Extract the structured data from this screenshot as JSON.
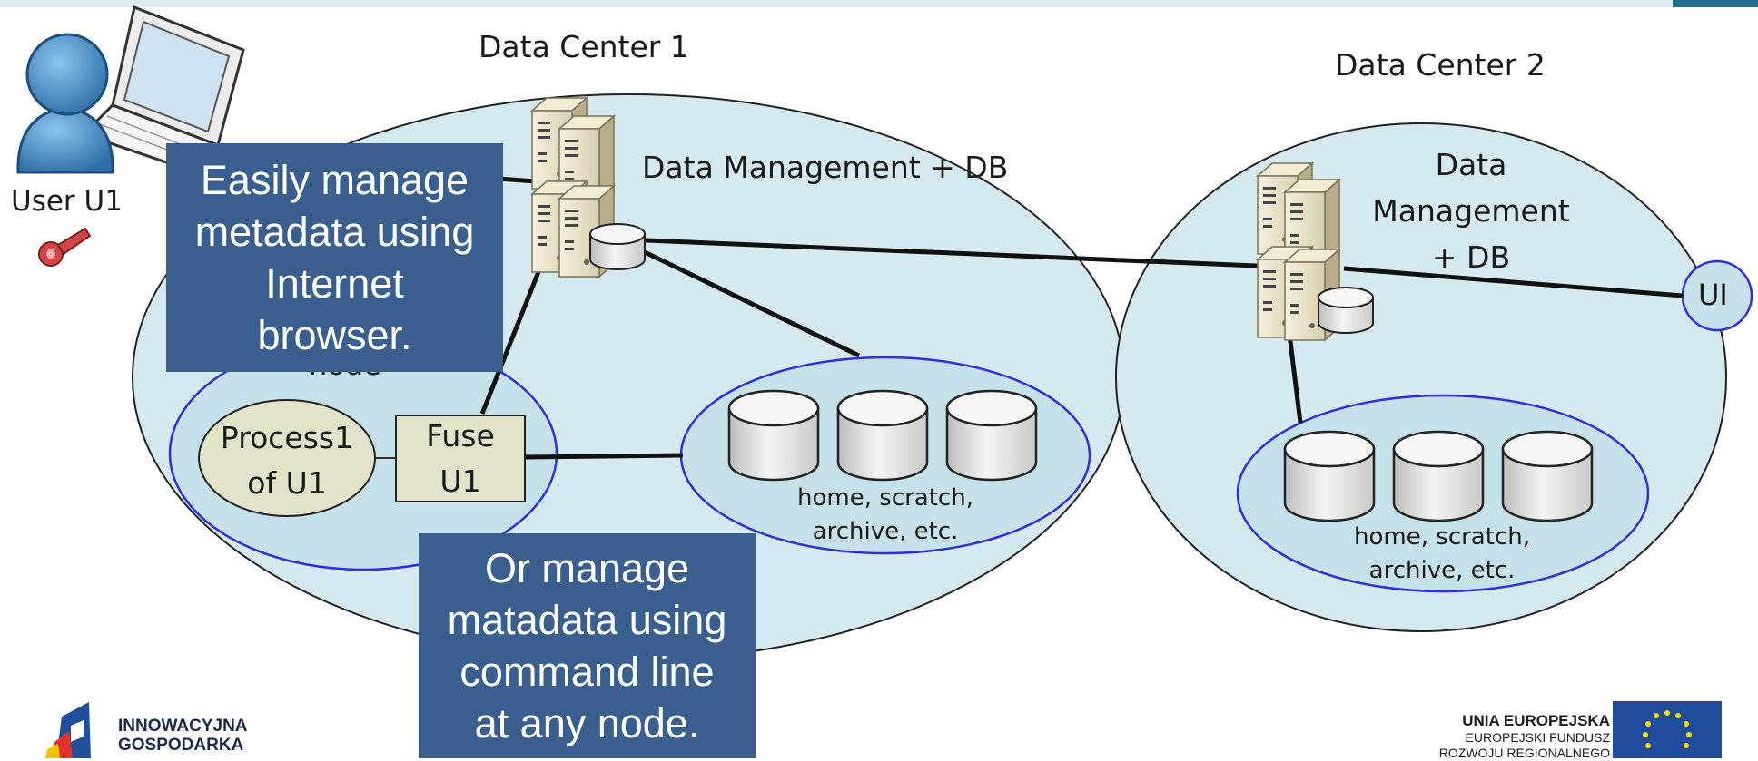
{
  "datacenter1": {
    "title": "Data Center 1",
    "dm_label": "Data Management + DB",
    "node_label": "node",
    "process_label": [
      "Process1",
      "of U1"
    ],
    "fuse_label": [
      "Fuse",
      "U1"
    ],
    "storage_label": [
      "home, scratch,",
      "archive, etc."
    ]
  },
  "datacenter2": {
    "title": "Data Center 2",
    "dm_label": [
      "Data",
      "Management",
      "+ DB"
    ],
    "ui_label": "UI",
    "storage_label": [
      "home, scratch,",
      "archive, etc."
    ]
  },
  "user": {
    "label": "User U1"
  },
  "callouts": {
    "browser": [
      "Easily manage",
      "metadata using",
      "Internet",
      "browser."
    ],
    "cli": [
      "Or manage",
      "matadata using",
      "command line",
      "at any node."
    ]
  },
  "footer": {
    "left": [
      "INNOWACYJNA",
      "GOSPODARKA"
    ],
    "right": [
      "UNIA EUROPEJSKA",
      "EUROPEJSKI FUNDUSZ",
      "ROZWOJU REGIONALNEGO"
    ]
  },
  "colors": {
    "ellipse_fill": "#d5e9f0",
    "inner_stroke": "#2e2ee0",
    "callout_bg": "#3a5f8f",
    "process_fill": "#e3e3c9",
    "header_bar": "#deeaf2",
    "header_accent": "#1f6e8e"
  }
}
